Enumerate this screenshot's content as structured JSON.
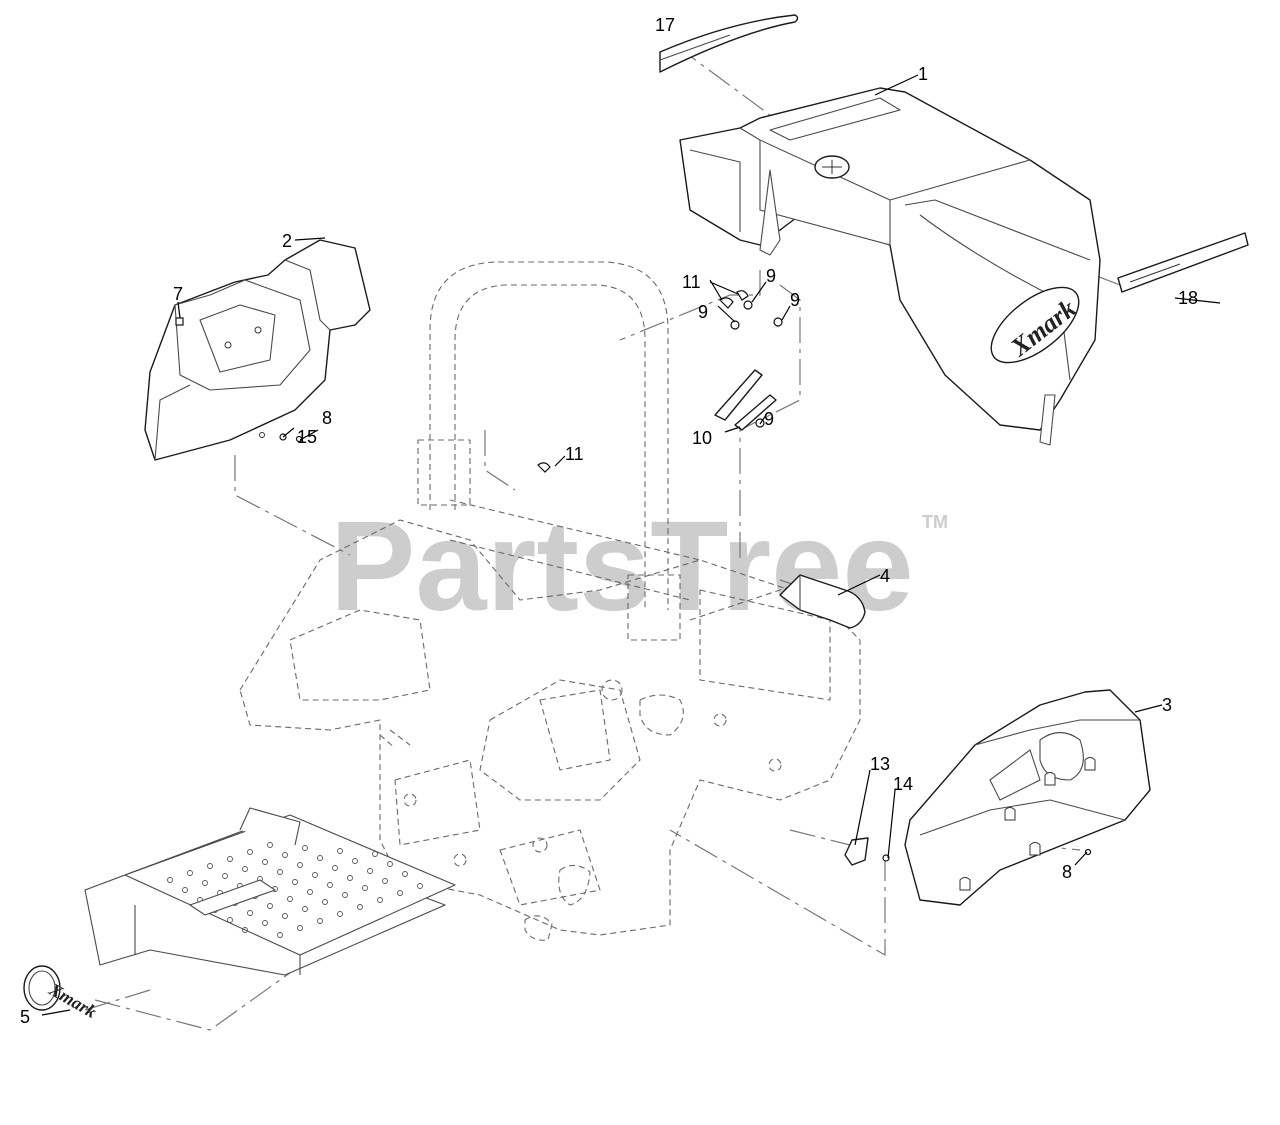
{
  "watermark": {
    "text": "PartsTree",
    "tm": "TM"
  },
  "branding": {
    "logo_text": "Xmark"
  },
  "callouts": [
    {
      "id": "c17",
      "label": "17"
    },
    {
      "id": "c1",
      "label": "1"
    },
    {
      "id": "c2",
      "label": "2"
    },
    {
      "id": "c7",
      "label": "7"
    },
    {
      "id": "c18",
      "label": "18"
    },
    {
      "id": "c9a",
      "label": "9"
    },
    {
      "id": "c11a",
      "label": "11"
    },
    {
      "id": "c9b",
      "label": "9"
    },
    {
      "id": "c9c",
      "label": "9"
    },
    {
      "id": "c9d",
      "label": "9"
    },
    {
      "id": "c10",
      "label": "10"
    },
    {
      "id": "c15",
      "label": "15"
    },
    {
      "id": "c8a",
      "label": "8"
    },
    {
      "id": "c11b",
      "label": "11"
    },
    {
      "id": "c4",
      "label": "4"
    },
    {
      "id": "c3",
      "label": "3"
    },
    {
      "id": "c13",
      "label": "13"
    },
    {
      "id": "c14",
      "label": "14"
    },
    {
      "id": "c8b",
      "label": "8"
    },
    {
      "id": "c5",
      "label": "5"
    }
  ]
}
